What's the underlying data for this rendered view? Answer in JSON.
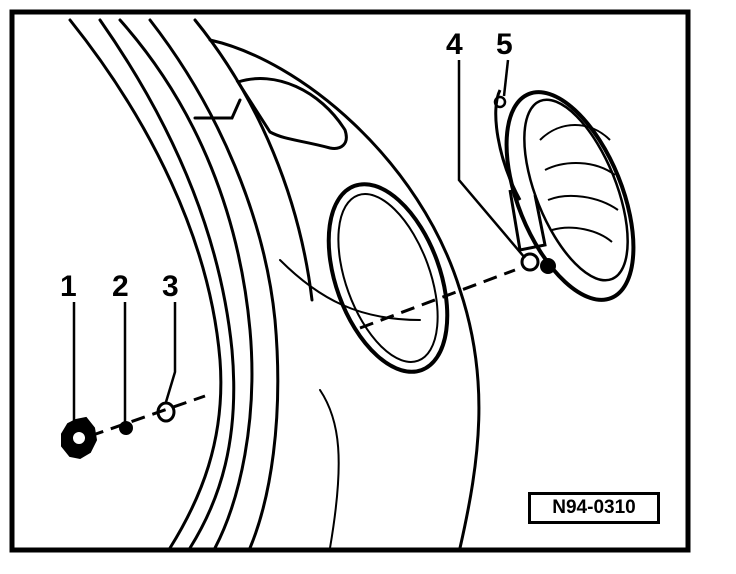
{
  "callouts": {
    "c1": "1",
    "c2": "2",
    "c3": "3",
    "c4": "4",
    "c5": "5"
  },
  "reference_code": "N94-0310",
  "colors": {
    "ink": "#000000",
    "paper": "#ffffff"
  }
}
